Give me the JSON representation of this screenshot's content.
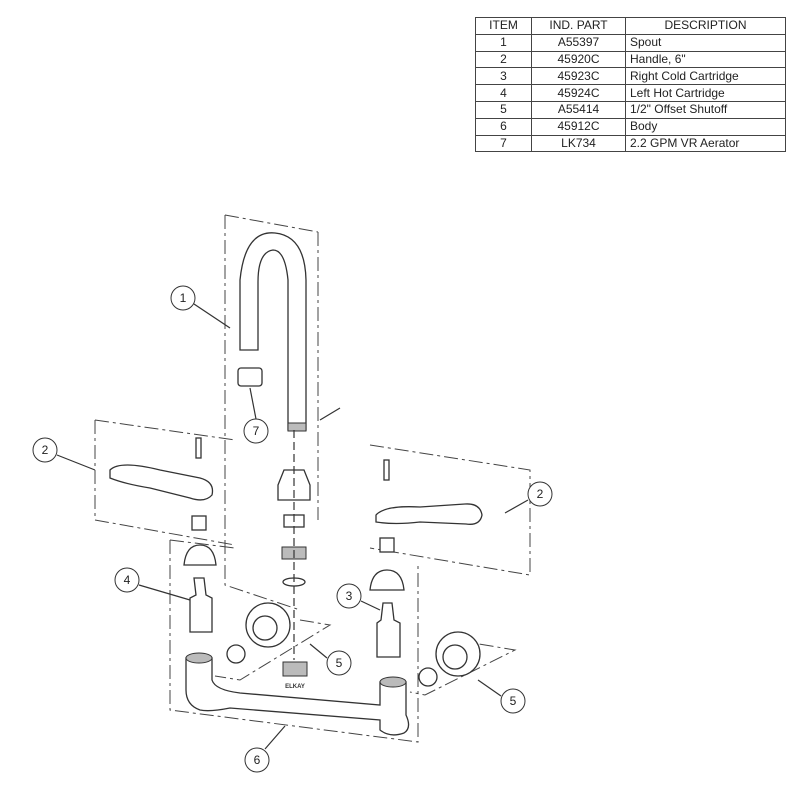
{
  "table": {
    "headers": [
      "ITEM",
      "IND. PART",
      "DESCRIPTION"
    ],
    "rows": [
      {
        "item": "1",
        "part": "A55397",
        "description": "Spout"
      },
      {
        "item": "2",
        "part": "45920C",
        "description": "Handle, 6\""
      },
      {
        "item": "3",
        "part": "45923C",
        "description": "Right Cold Cartridge"
      },
      {
        "item": "4",
        "part": "45924C",
        "description": "Left Hot Cartridge"
      },
      {
        "item": "5",
        "part": "A55414",
        "description": "1/2\" Offset Shutoff"
      },
      {
        "item": "6",
        "part": "45912C",
        "description": "Body"
      },
      {
        "item": "7",
        "part": "LK734",
        "description": "2.2 GPM VR Aerator"
      }
    ]
  },
  "diagram": {
    "body_logo": "ELKAY",
    "callouts": {
      "spout": "1",
      "handle_left": "2",
      "handle_right": "2",
      "aerator": "7",
      "left_cartridge": "4",
      "right_cartridge": "3",
      "shutoff_left": "5",
      "shutoff_right": "5",
      "body": "6"
    }
  }
}
